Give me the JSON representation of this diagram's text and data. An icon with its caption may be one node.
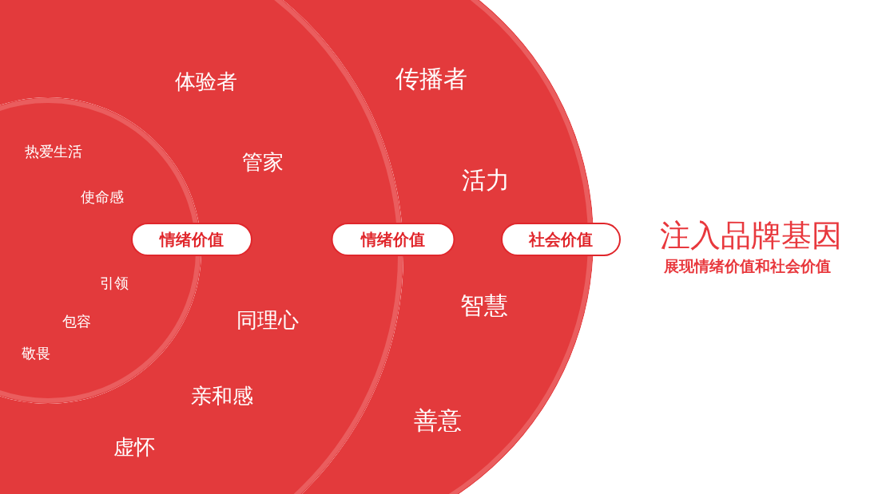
{
  "diagram": {
    "title": "注入品牌基因",
    "caption": "展现情绪价值和社会价值",
    "nodes": [
      {
        "text": [
          "传播者",
          "活力",
          "智慧",
          "善意"
        ]
      },
      {
        "text": [
          "体验者",
          "管家",
          "同理心",
          "亲和感",
          "虚怀"
        ],
        "in": 0
      },
      {
        "text": [
          "热爱生活",
          "使命感",
          "引领",
          "包容",
          "敬畏"
        ],
        "in": 1
      },
      {
        "text": [
          "情绪价值"
        ],
        "in": 1
      },
      {
        "text": [
          "情绪价值"
        ],
        "in": 0
      },
      {
        "text": [
          "社会价值"
        ]
      }
    ]
  }
}
